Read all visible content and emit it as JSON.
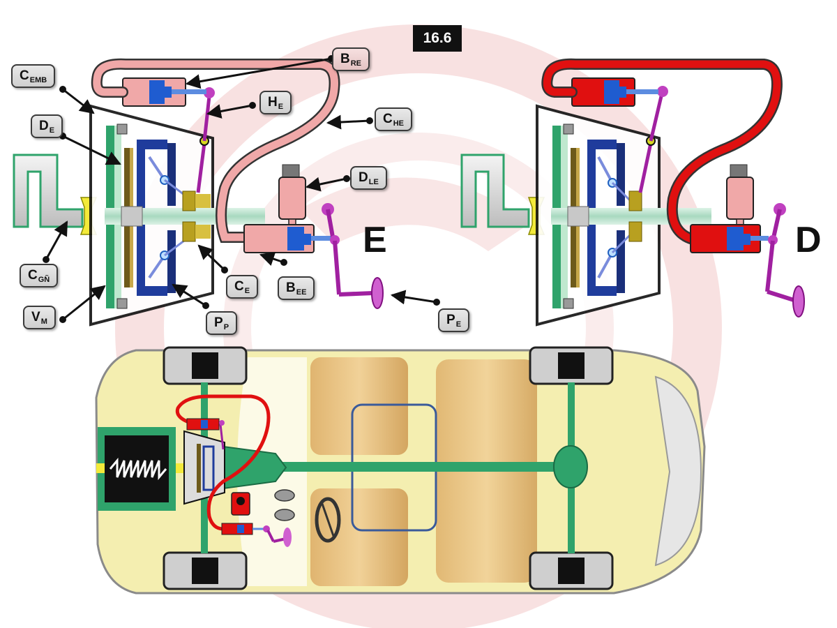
{
  "figure_number": "16.6",
  "state_labels": {
    "left": "E",
    "right": "D"
  },
  "labels": {
    "c_emb": {
      "main": "C",
      "sub": "EMB"
    },
    "d_e": {
      "main": "D",
      "sub": "E"
    },
    "c_gn": {
      "main": "C",
      "sub": "GÑ"
    },
    "v_m": {
      "main": "V",
      "sub": "M"
    },
    "b_re": {
      "main": "B",
      "sub": "RE"
    },
    "h_e": {
      "main": "H",
      "sub": "E"
    },
    "c_he": {
      "main": "C",
      "sub": "HE"
    },
    "d_le": {
      "main": "D",
      "sub": "LE"
    },
    "c_e": {
      "main": "C",
      "sub": "E"
    },
    "b_ee": {
      "main": "B",
      "sub": "EE"
    },
    "p_p": {
      "main": "P",
      "sub": "P"
    },
    "p_e": {
      "main": "P",
      "sub": "E"
    }
  },
  "colors": {
    "hose_engaged": "#f0a8a8",
    "hose_disengaged": "#e01010",
    "pedal": "#a020a0",
    "transmission_green": "#2fa36b",
    "body_yellow": "#f4eeb0"
  }
}
